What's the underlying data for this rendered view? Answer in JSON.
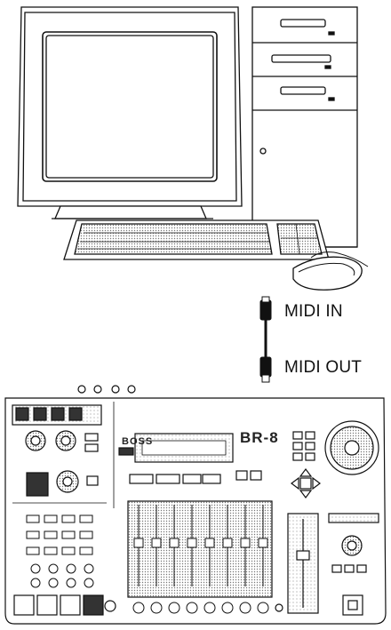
{
  "labels": {
    "midi_in": "MIDI IN",
    "midi_out": "MIDI OUT"
  },
  "device": {
    "brand": "BOSS",
    "model": "BR-8"
  }
}
